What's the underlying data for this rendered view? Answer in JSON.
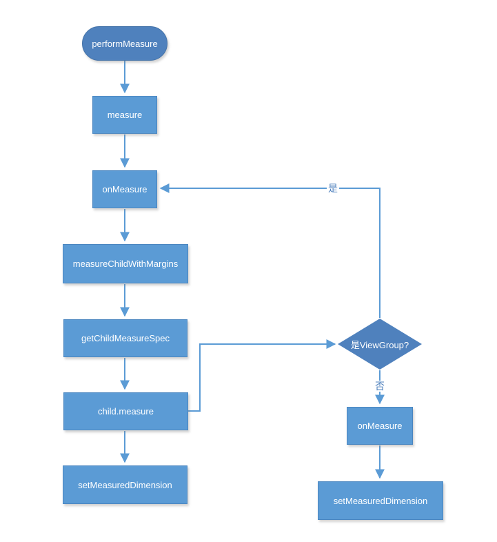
{
  "diagram": {
    "title_semantic": "android-view-measure-flowchart",
    "colors": {
      "background": "#ffffff",
      "rect_fill": "#5b9bd5",
      "accent_fill": "#4f81bd",
      "line": "#5b9bd5",
      "node_text": "#ffffff",
      "edge_label_text": "#4f81bd"
    },
    "nodes": {
      "perform_measure": {
        "label": "performMeasure",
        "shape": "stadium"
      },
      "measure": {
        "label": "measure",
        "shape": "rect"
      },
      "on_measure_left": {
        "label": "onMeasure",
        "shape": "rect"
      },
      "measure_child_with_margins": {
        "label": "measureChildWithMargins",
        "shape": "rect"
      },
      "get_child_measure_spec": {
        "label": "getChildMeasureSpec",
        "shape": "rect"
      },
      "child_measure": {
        "label": "child.measure",
        "shape": "rect"
      },
      "set_measured_dimension_left": {
        "label": "setMeasuredDimension",
        "shape": "rect"
      },
      "is_view_group": {
        "label": "是ViewGroup?",
        "shape": "diamond"
      },
      "on_measure_right": {
        "label": "onMeasure",
        "shape": "rect"
      },
      "set_measured_dimension_right": {
        "label": "setMeasuredDimension",
        "shape": "rect"
      }
    },
    "edge_labels": {
      "yes": "是",
      "no": "否"
    }
  }
}
